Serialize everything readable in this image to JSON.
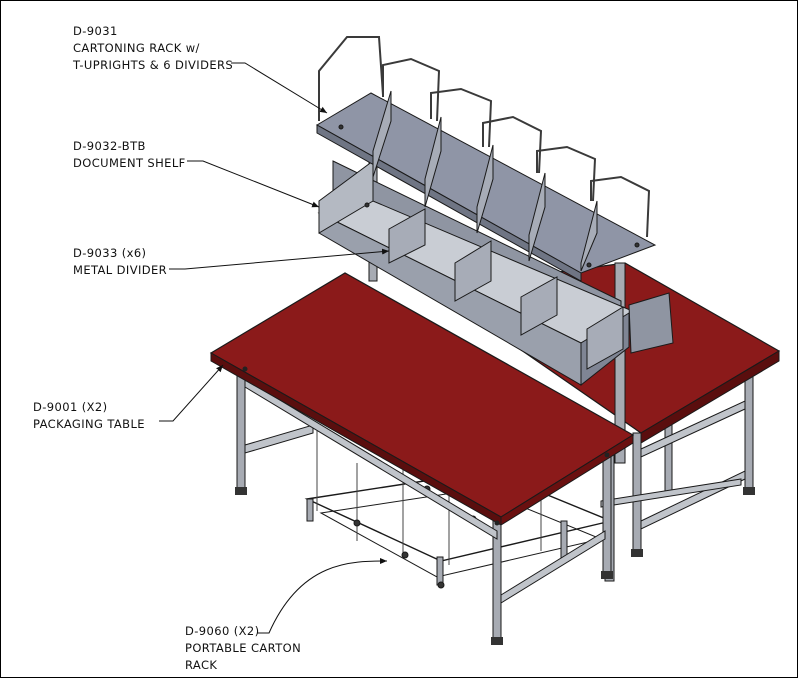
{
  "callouts": [
    {
      "id": "cartoning-rack",
      "lines": [
        "D-9031",
        "CARTONING RACK w/",
        "T-UPRIGHTS & 6 DIVIDERS"
      ]
    },
    {
      "id": "document-shelf",
      "lines": [
        "D-9032-BTB",
        "DOCUMENT SHELF"
      ]
    },
    {
      "id": "metal-divider",
      "lines": [
        "D-9033 (x6)",
        "METAL DIVIDER"
      ]
    },
    {
      "id": "packaging-table",
      "lines": [
        "D-9001 (X2)",
        "PACKAGING TABLE"
      ]
    },
    {
      "id": "carton-rack",
      "lines": [
        "D-9060 (X2)",
        "PORTABLE CARTON",
        "RACK"
      ]
    }
  ],
  "colors": {
    "table_top": "#8b1a1a",
    "table_top_edge": "#5a0e0e",
    "steel": "#a7abb3",
    "shelf": "#9aa0ac",
    "outline": "#1a1a1a"
  }
}
